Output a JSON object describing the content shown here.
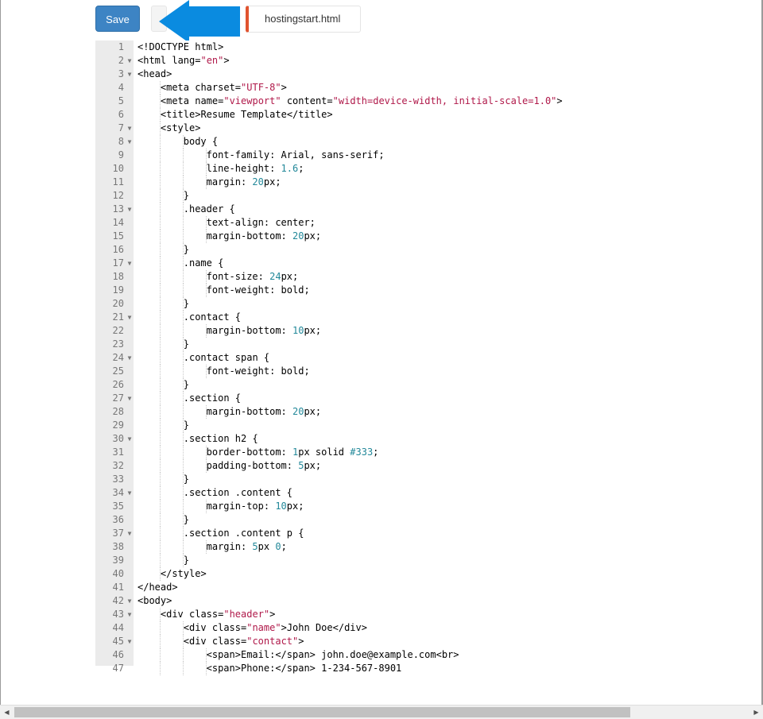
{
  "toolbar": {
    "save_label": "Save"
  },
  "tab": {
    "filename": "hostingstart.html",
    "accent": "#e0532f"
  },
  "colors": {
    "string": "#b0194a",
    "number": "#228899",
    "save_button": "#3d84c4"
  },
  "icons": {
    "arrow": "arrow-left-icon",
    "fold": "triangle-down"
  },
  "editor": {
    "lines": [
      {
        "n": "1",
        "fold": false,
        "indent": 0,
        "tokens": [
          [
            "t",
            "<!DOCTYPE html>"
          ]
        ]
      },
      {
        "n": "2",
        "fold": true,
        "indent": 0,
        "tokens": [
          [
            "t",
            "<html lang="
          ],
          [
            "s",
            "\"en\""
          ],
          [
            "t",
            ">"
          ]
        ]
      },
      {
        "n": "3",
        "fold": true,
        "indent": 0,
        "tokens": [
          [
            "t",
            "<head>"
          ]
        ]
      },
      {
        "n": "4",
        "fold": false,
        "indent": 1,
        "tokens": [
          [
            "t",
            "<meta charset="
          ],
          [
            "s",
            "\"UTF-8\""
          ],
          [
            "t",
            ">"
          ]
        ]
      },
      {
        "n": "5",
        "fold": false,
        "indent": 1,
        "tokens": [
          [
            "t",
            "<meta name="
          ],
          [
            "s",
            "\"viewport\""
          ],
          [
            "t",
            " content="
          ],
          [
            "s",
            "\"width=device-width, initial-scale=1.0\""
          ],
          [
            "t",
            ">"
          ]
        ]
      },
      {
        "n": "6",
        "fold": false,
        "indent": 1,
        "tokens": [
          [
            "t",
            "<title>Resume Template</title>"
          ]
        ]
      },
      {
        "n": "7",
        "fold": true,
        "indent": 1,
        "tokens": [
          [
            "t",
            "<style>"
          ]
        ]
      },
      {
        "n": "8",
        "fold": true,
        "indent": 2,
        "tokens": [
          [
            "t",
            "body {"
          ]
        ]
      },
      {
        "n": "9",
        "fold": false,
        "indent": 3,
        "tokens": [
          [
            "t",
            "font-family: Arial, sans-serif;"
          ]
        ]
      },
      {
        "n": "10",
        "fold": false,
        "indent": 3,
        "tokens": [
          [
            "t",
            "line-height: "
          ],
          [
            "n",
            "1.6"
          ],
          [
            "t",
            ";"
          ]
        ]
      },
      {
        "n": "11",
        "fold": false,
        "indent": 3,
        "tokens": [
          [
            "t",
            "margin: "
          ],
          [
            "n",
            "20"
          ],
          [
            "t",
            "px;"
          ]
        ]
      },
      {
        "n": "12",
        "fold": false,
        "indent": 2,
        "tokens": [
          [
            "t",
            "}"
          ]
        ]
      },
      {
        "n": "13",
        "fold": true,
        "indent": 2,
        "tokens": [
          [
            "t",
            ".header {"
          ]
        ]
      },
      {
        "n": "14",
        "fold": false,
        "indent": 3,
        "tokens": [
          [
            "t",
            "text-align: center;"
          ]
        ]
      },
      {
        "n": "15",
        "fold": false,
        "indent": 3,
        "tokens": [
          [
            "t",
            "margin-bottom: "
          ],
          [
            "n",
            "20"
          ],
          [
            "t",
            "px;"
          ]
        ]
      },
      {
        "n": "16",
        "fold": false,
        "indent": 2,
        "tokens": [
          [
            "t",
            "}"
          ]
        ]
      },
      {
        "n": "17",
        "fold": true,
        "indent": 2,
        "tokens": [
          [
            "t",
            ".name {"
          ]
        ]
      },
      {
        "n": "18",
        "fold": false,
        "indent": 3,
        "tokens": [
          [
            "t",
            "font-size: "
          ],
          [
            "n",
            "24"
          ],
          [
            "t",
            "px;"
          ]
        ]
      },
      {
        "n": "19",
        "fold": false,
        "indent": 3,
        "tokens": [
          [
            "t",
            "font-weight: bold;"
          ]
        ]
      },
      {
        "n": "20",
        "fold": false,
        "indent": 2,
        "tokens": [
          [
            "t",
            "}"
          ]
        ]
      },
      {
        "n": "21",
        "fold": true,
        "indent": 2,
        "tokens": [
          [
            "t",
            ".contact {"
          ]
        ]
      },
      {
        "n": "22",
        "fold": false,
        "indent": 3,
        "tokens": [
          [
            "t",
            "margin-bottom: "
          ],
          [
            "n",
            "10"
          ],
          [
            "t",
            "px;"
          ]
        ]
      },
      {
        "n": "23",
        "fold": false,
        "indent": 2,
        "tokens": [
          [
            "t",
            "}"
          ]
        ]
      },
      {
        "n": "24",
        "fold": true,
        "indent": 2,
        "tokens": [
          [
            "t",
            ".contact span {"
          ]
        ]
      },
      {
        "n": "25",
        "fold": false,
        "indent": 3,
        "tokens": [
          [
            "t",
            "font-weight: bold;"
          ]
        ]
      },
      {
        "n": "26",
        "fold": false,
        "indent": 2,
        "tokens": [
          [
            "t",
            "}"
          ]
        ]
      },
      {
        "n": "27",
        "fold": true,
        "indent": 2,
        "tokens": [
          [
            "t",
            ".section {"
          ]
        ]
      },
      {
        "n": "28",
        "fold": false,
        "indent": 3,
        "tokens": [
          [
            "t",
            "margin-bottom: "
          ],
          [
            "n",
            "20"
          ],
          [
            "t",
            "px;"
          ]
        ]
      },
      {
        "n": "29",
        "fold": false,
        "indent": 2,
        "tokens": [
          [
            "t",
            "}"
          ]
        ]
      },
      {
        "n": "30",
        "fold": true,
        "indent": 2,
        "tokens": [
          [
            "t",
            ".section h2 {"
          ]
        ]
      },
      {
        "n": "31",
        "fold": false,
        "indent": 3,
        "tokens": [
          [
            "t",
            "border-bottom: "
          ],
          [
            "n",
            "1"
          ],
          [
            "t",
            "px solid "
          ],
          [
            "n",
            "#333"
          ],
          [
            "t",
            ";"
          ]
        ]
      },
      {
        "n": "32",
        "fold": false,
        "indent": 3,
        "tokens": [
          [
            "t",
            "padding-bottom: "
          ],
          [
            "n",
            "5"
          ],
          [
            "t",
            "px;"
          ]
        ]
      },
      {
        "n": "33",
        "fold": false,
        "indent": 2,
        "tokens": [
          [
            "t",
            "}"
          ]
        ]
      },
      {
        "n": "34",
        "fold": true,
        "indent": 2,
        "tokens": [
          [
            "t",
            ".section .content {"
          ]
        ]
      },
      {
        "n": "35",
        "fold": false,
        "indent": 3,
        "tokens": [
          [
            "t",
            "margin-top: "
          ],
          [
            "n",
            "10"
          ],
          [
            "t",
            "px;"
          ]
        ]
      },
      {
        "n": "36",
        "fold": false,
        "indent": 2,
        "tokens": [
          [
            "t",
            "}"
          ]
        ]
      },
      {
        "n": "37",
        "fold": true,
        "indent": 2,
        "tokens": [
          [
            "t",
            ".section .content p {"
          ]
        ]
      },
      {
        "n": "38",
        "fold": false,
        "indent": 3,
        "tokens": [
          [
            "t",
            "margin: "
          ],
          [
            "n",
            "5"
          ],
          [
            "t",
            "px "
          ],
          [
            "n",
            "0"
          ],
          [
            "t",
            ";"
          ]
        ]
      },
      {
        "n": "39",
        "fold": false,
        "indent": 2,
        "tokens": [
          [
            "t",
            "}"
          ]
        ]
      },
      {
        "n": "40",
        "fold": false,
        "indent": 1,
        "tokens": [
          [
            "t",
            "</style>"
          ]
        ]
      },
      {
        "n": "41",
        "fold": false,
        "indent": 0,
        "tokens": [
          [
            "t",
            "</head>"
          ]
        ]
      },
      {
        "n": "42",
        "fold": true,
        "indent": 0,
        "tokens": [
          [
            "t",
            "<body>"
          ]
        ]
      },
      {
        "n": "43",
        "fold": true,
        "indent": 1,
        "tokens": [
          [
            "t",
            "<div class="
          ],
          [
            "s",
            "\"header\""
          ],
          [
            "t",
            ">"
          ]
        ]
      },
      {
        "n": "44",
        "fold": false,
        "indent": 2,
        "tokens": [
          [
            "t",
            "<div class="
          ],
          [
            "s",
            "\"name\""
          ],
          [
            "t",
            ">John Doe</div>"
          ]
        ]
      },
      {
        "n": "45",
        "fold": true,
        "indent": 2,
        "tokens": [
          [
            "t",
            "<div class="
          ],
          [
            "s",
            "\"contact\""
          ],
          [
            "t",
            ">"
          ]
        ]
      },
      {
        "n": "46",
        "fold": false,
        "indent": 3,
        "tokens": [
          [
            "t",
            "<span>Email:</span> john.doe@example.com<br>"
          ]
        ]
      },
      {
        "n": "47",
        "fold": false,
        "indent": 3,
        "tokens": [
          [
            "t",
            "<span>Phone:</span> 1-234-567-8901"
          ]
        ]
      }
    ]
  }
}
